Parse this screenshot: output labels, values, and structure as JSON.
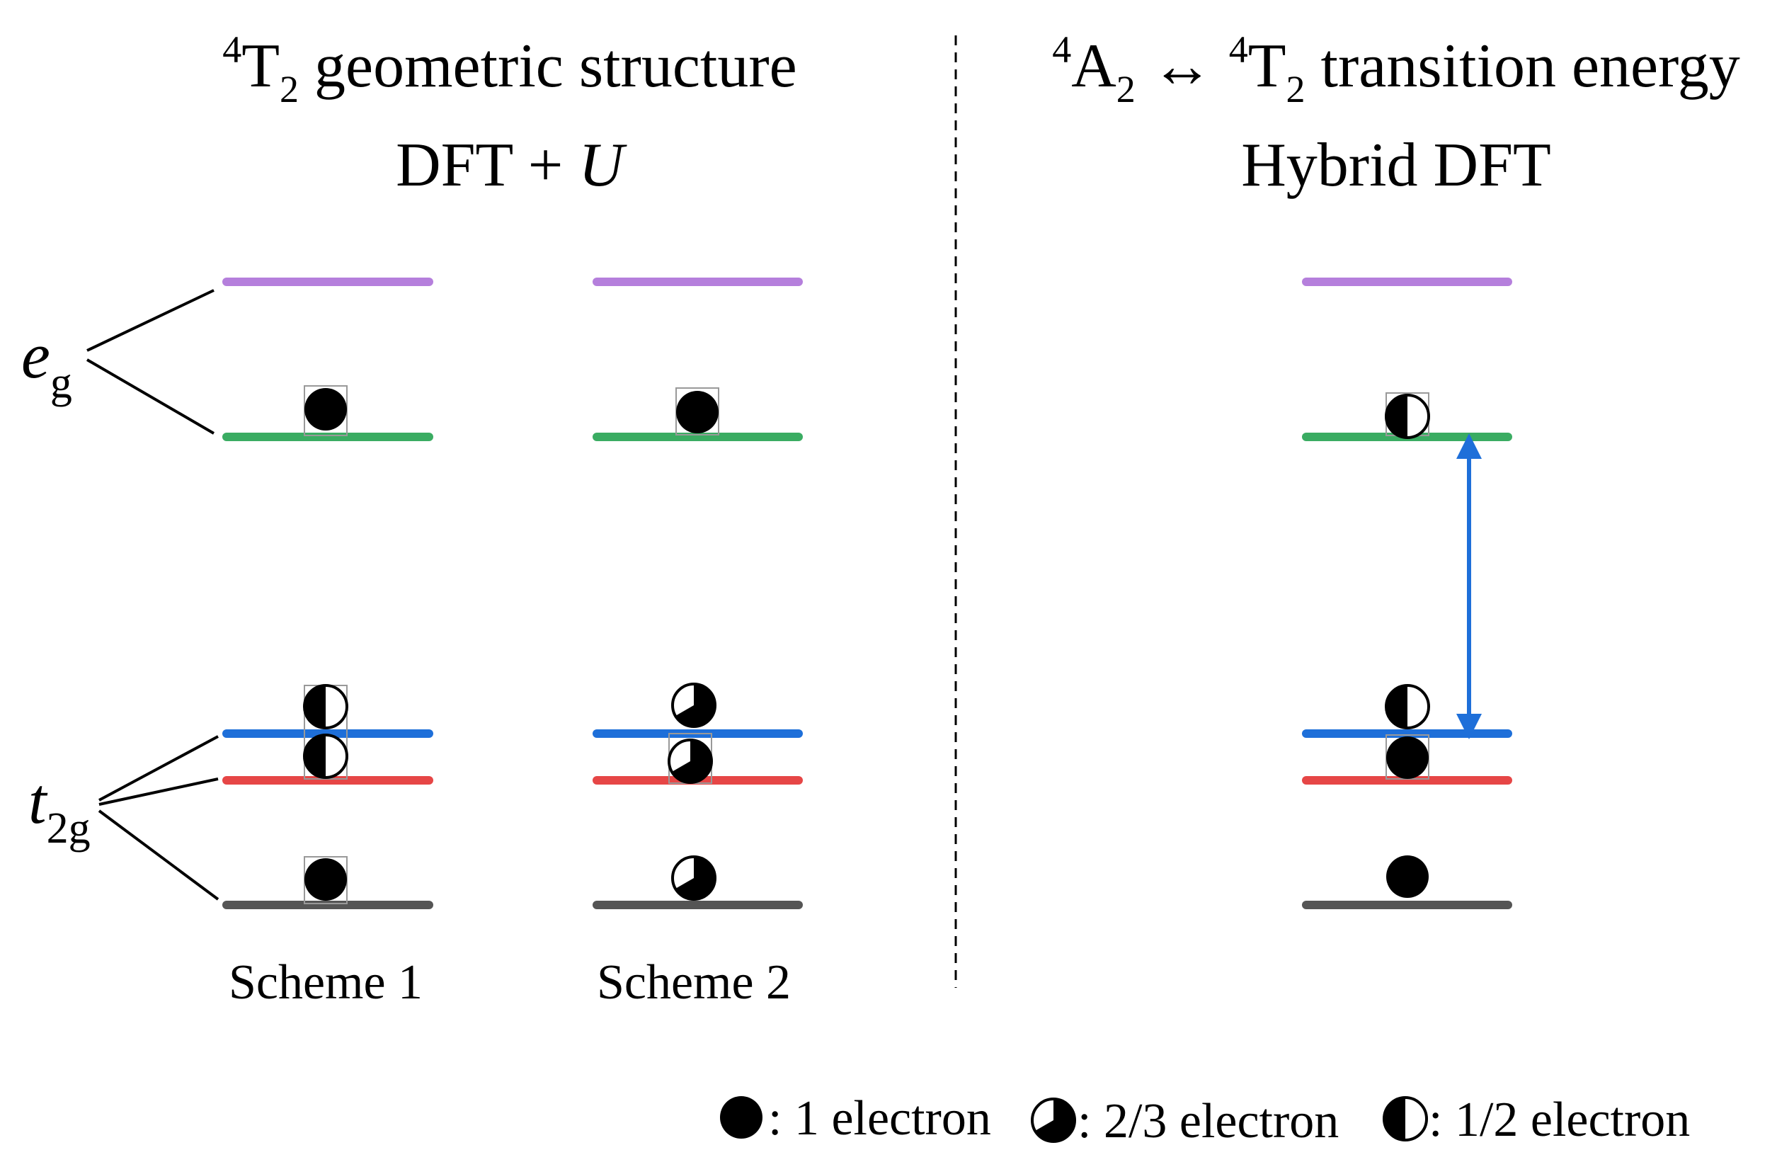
{
  "left_panel": {
    "title": {
      "sup": "4",
      "main": "T",
      "sub": "2",
      "rest": " geometric structure"
    },
    "subtitle": {
      "text": "DFT + ",
      "italic": "U"
    },
    "eg_label": {
      "main": "e",
      "sub": "g"
    },
    "t2g_label": {
      "main": "t",
      "sub": "2g"
    },
    "scheme1_label": "Scheme 1",
    "scheme2_label": "Scheme 2"
  },
  "right_panel": {
    "title": {
      "sup1": "4",
      "main1": "A",
      "sub1": "2",
      "arrow": " ↔ ",
      "sup2": "4",
      "main2": "T",
      "sub2": "2",
      "rest": " transition energy"
    },
    "subtitle": "Hybrid DFT"
  },
  "legend": {
    "full": ": 1 electron",
    "two_thirds": ": 2/3 electron",
    "half": ": 1/2 electron"
  },
  "colors": {
    "eg_upper": "#b57fdc",
    "eg_lower": "#3aac62",
    "t2g_top": "#1e6fd9",
    "t2g_mid": "#e64646",
    "t2g_low": "#555555",
    "arrow": "#1e6fd9"
  },
  "occupations": {
    "scheme1": {
      "eg_lower": "1",
      "t2g_top": "1/2",
      "t2g_mid": "1/2",
      "t2g_low": "1"
    },
    "scheme2": {
      "eg_lower": "1",
      "t2g_top": "2/3",
      "t2g_mid": "2/3",
      "t2g_low": "2/3"
    },
    "hybrid": {
      "eg_lower": "1/2",
      "t2g_top": "1/2",
      "t2g_mid": "1",
      "t2g_low": "1"
    }
  }
}
